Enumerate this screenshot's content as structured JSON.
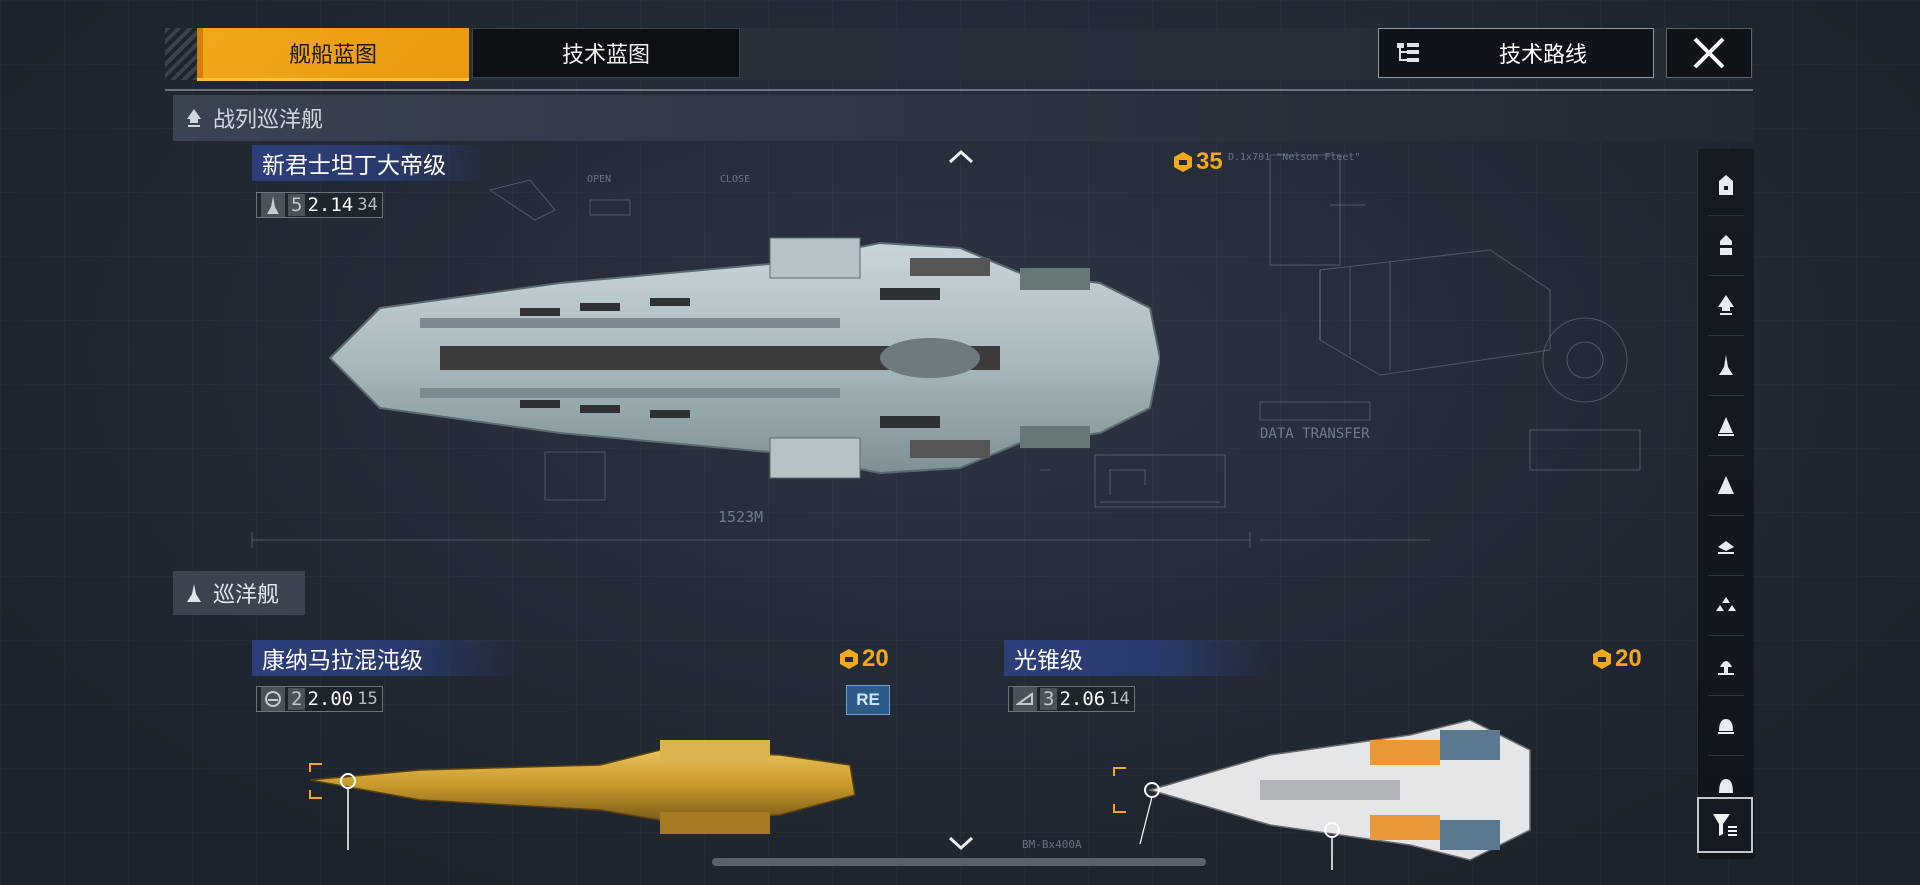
{
  "tabs": {
    "active": "舰船蓝图",
    "inactive": "技术蓝图"
  },
  "tech_route": "技术路线",
  "categories": {
    "battlecruiser": "战列巡洋舰",
    "cruiser": "巡洋舰"
  },
  "ships": [
    {
      "name": "新君士坦丁大帝级",
      "tier": "5",
      "stat_main": "2.14",
      "stat_sub": "34",
      "cost": "35",
      "length_label": "1523M"
    },
    {
      "name": "康纳马拉混沌级",
      "tier": "2",
      "stat_main": "2.00",
      "stat_sub": "15",
      "cost": "20",
      "badge": "RE"
    },
    {
      "name": "光锥级",
      "tier": "3",
      "stat_main": "2.06",
      "stat_sub": "14",
      "cost": "20",
      "model_label": "BM-Bx400A"
    }
  ],
  "blueprint_labels": {
    "open": "OPEN",
    "close": "CLOSE",
    "data_transfer": "DATA TRANSFER",
    "spec": "D.1x701 \"Nelson Fleet\""
  },
  "colors": {
    "accent": "#f2a71c",
    "name_bar": "#2d3f7a",
    "background": "#222a35"
  }
}
